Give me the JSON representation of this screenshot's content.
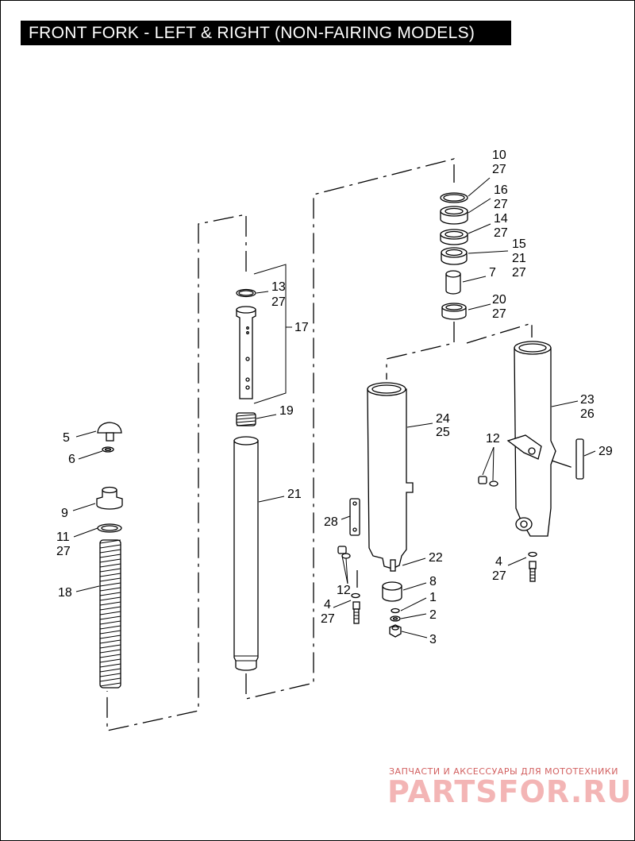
{
  "title": "FRONT FORK - LEFT & RIGHT (NON-FAIRING MODELS)",
  "watermark": {
    "tagline": "ЗАПЧАСТИ И АКСЕССУАРЫ ДЛЯ МОТОТЕХНИКИ",
    "brand": "PARTSFOR.RU"
  },
  "callouts": {
    "c10": "10",
    "c10b": "27",
    "c16": "16",
    "c16b": "27",
    "c14": "14",
    "c14b": "27",
    "c15": "15",
    "c15b": "21",
    "c15c": "27",
    "c7": "7",
    "c20": "20",
    "c20b": "27",
    "c13": "13",
    "c13b": "27",
    "c17": "17",
    "c19": "19",
    "c21": "21",
    "c24": "24",
    "c24b": "25",
    "c23": "23",
    "c23b": "26",
    "c12a": "12",
    "c29": "29",
    "c5": "5",
    "c6": "6",
    "c9": "9",
    "c11": "11",
    "c11b": "27",
    "c18": "18",
    "c28": "28",
    "c22": "22",
    "c12b": "12",
    "c8": "8",
    "c1": "1",
    "c2": "2",
    "c3": "3",
    "c4a": "4",
    "c4ab": "27",
    "c4b": "4",
    "c4bb": "27"
  }
}
